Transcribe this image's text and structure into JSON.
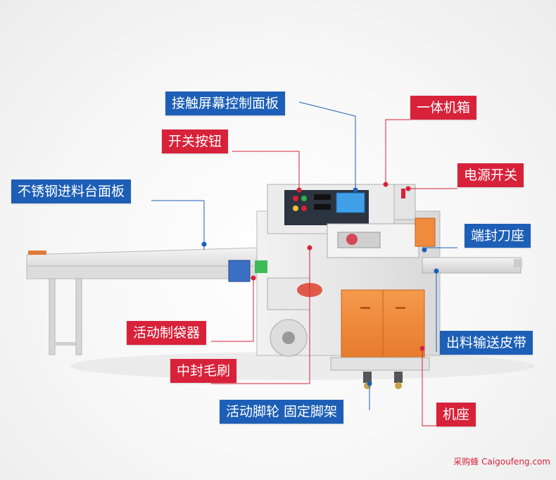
{
  "labels": {
    "touch_screen_panel": "接触屏幕控制面板",
    "integrated_cabinet": "一体机箱",
    "switch_button": "开关按钮",
    "power_switch": "电源开关",
    "stainless_feed_table": "不锈钢进料台面板",
    "end_seal_knife_seat": "端封刀座",
    "movable_bag_former": "活动制袋器",
    "outfeed_conveyor_belt": "出料输送皮带",
    "middle_seal_brush": "中封毛刷",
    "casters_and_feet": "活动脚轮 固定脚架",
    "machine_base": "机座"
  },
  "watermark": "采购蜂 Caigoufeng.com",
  "colors": {
    "tag_blue": "#1d5fb6",
    "tag_red": "#d8223a",
    "cabinet_orange": "#f08a3c",
    "machine_body": "#e9e9e9",
    "control_panel": "#2c3440",
    "screen_blue": "#3fa0e8"
  }
}
